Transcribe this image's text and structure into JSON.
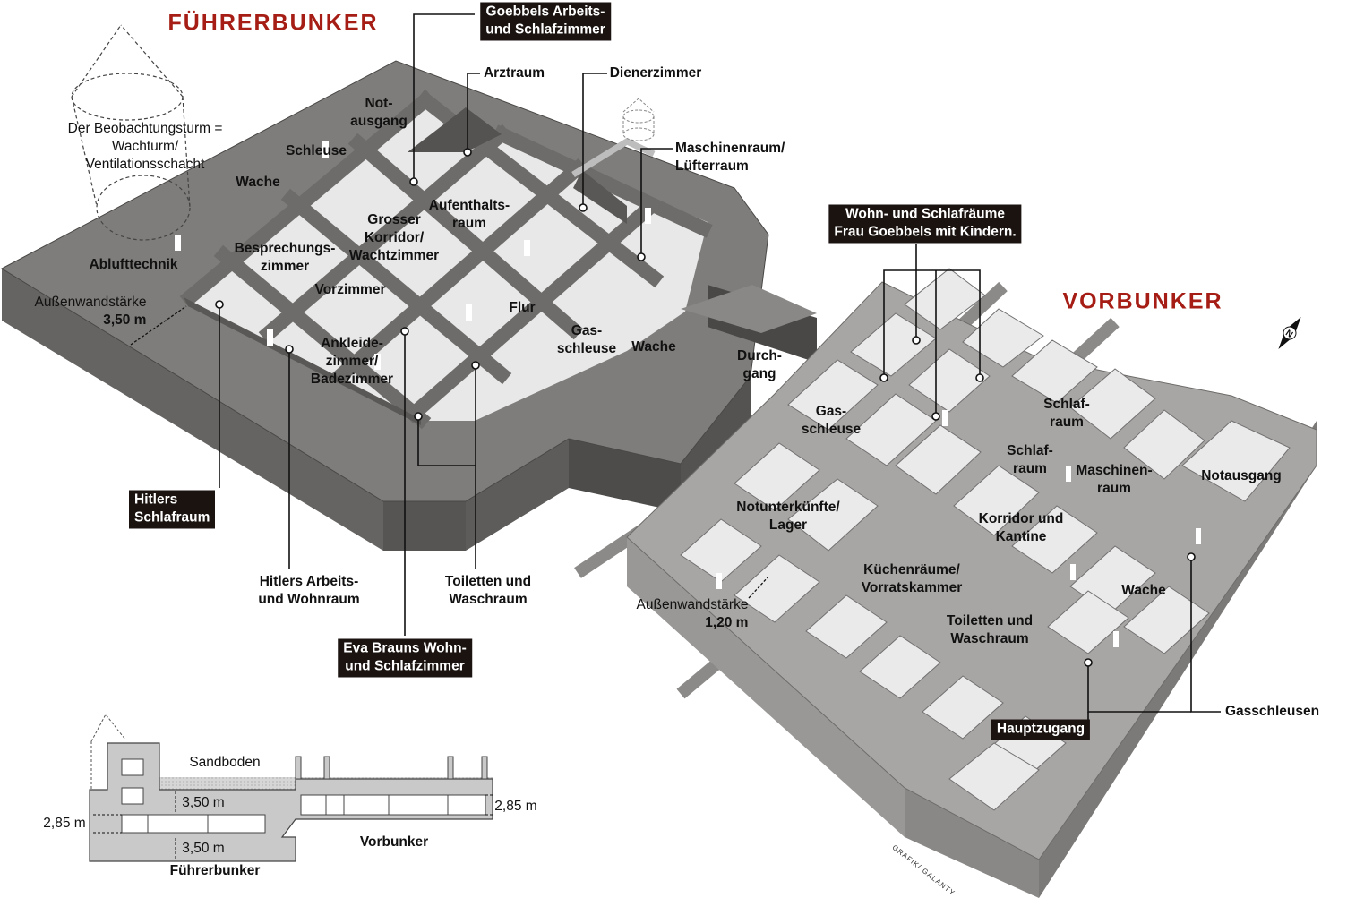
{
  "titles": {
    "fuehrerbunker": "FÜHRERBUNKER",
    "vorbunker": "VORBUNKER"
  },
  "colors": {
    "title_red": "#a51d14",
    "wall_top": "#7e7c7a",
    "wall_side": "#5a5856",
    "floor": "#e6e6e6",
    "callout_box": "#1a1310"
  },
  "icons": {
    "compass": "north-compass-icon"
  },
  "fuehrerbunker_labels": {
    "goebbels": [
      "Goebbels Arbeits-",
      "und Schlafzimmer"
    ],
    "arztraum": "Arztraum",
    "dienerzimmer": "Dienerzimmer",
    "notausgang": [
      "Not-",
      "ausgang"
    ],
    "tower": [
      "Der Beobachtungsturm =",
      "Wachturm/",
      "Ventilationsschacht"
    ],
    "schleuse": "Schleuse",
    "maschinenraum": [
      "Maschinenraum/",
      "Lüfterraum"
    ],
    "wache": "Wache",
    "aufenthaltsraum": [
      "Aufenthalts-",
      "raum"
    ],
    "korridor": [
      "Grosser",
      "Korridor/",
      "Wachtzimmer"
    ],
    "besprechung": [
      "Besprechungs-",
      "zimmer"
    ],
    "ablufttechnik": "Ablufttechnik",
    "vorzimmer": "Vorzimmer",
    "flur": "Flur",
    "gasschleuse": [
      "Gas-",
      "schleuse"
    ],
    "wache2": "Wache",
    "durchgang": [
      "Durch-",
      "gang"
    ],
    "ankleide": [
      "Ankleide-",
      "zimmer/",
      "Badezimmer"
    ],
    "wall": [
      "Außenwandstärke",
      "3,50 m"
    ],
    "hitler_schlaf": [
      "Hitlers",
      "Schlafraum"
    ],
    "hitler_arbeit": [
      "Hitlers Arbeits-",
      "und Wohnraum"
    ],
    "toiletten": [
      "Toiletten und",
      "Waschraum"
    ],
    "eva": [
      "Eva Brauns Wohn-",
      "und Schlafzimmer"
    ]
  },
  "vorbunker_labels": {
    "goebbels_family": [
      "Wohn- und Schlafräume",
      "Frau Goebbels mit Kindern."
    ],
    "gasschleuse": [
      "Gas-",
      "schleuse"
    ],
    "schlafraum1": [
      "Schlaf-",
      "raum"
    ],
    "schlafraum2": [
      "Schlaf-",
      "raum"
    ],
    "maschinenraum": [
      "Maschinen-",
      "raum"
    ],
    "notausgang": "Notausgang",
    "notunterkuenfte": [
      "Notunterkünfte/",
      "Lager"
    ],
    "korridor": [
      "Korridor und",
      "Kantine"
    ],
    "kueche": [
      "Küchenräume/",
      "Vorratskammer"
    ],
    "wache": "Wache",
    "wall": [
      "Außenwandstärke",
      "1,20 m"
    ],
    "toiletten": [
      "Toiletten und",
      "Waschraum"
    ],
    "gasschleusen": "Gasschleusen",
    "hauptzugang": "Hauptzugang"
  },
  "cross_section": {
    "sandboden": "Sandboden",
    "dim_top": "3,50 m",
    "dim_bottom": "3,50 m",
    "height_left": "2,85 m",
    "height_right": "2,85 m",
    "label_vorbunker": "Vorbunker",
    "label_fuehrerbunker": "Führerbunker"
  },
  "credit": "GRAFIK/ GALANTY"
}
